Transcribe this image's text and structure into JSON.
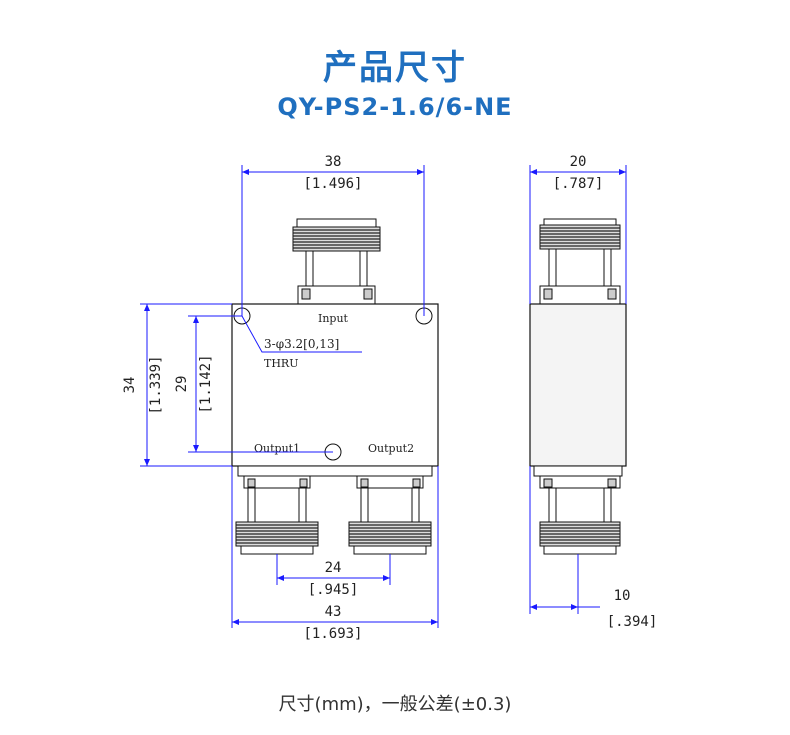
{
  "header": {
    "title": "产品尺寸",
    "model": "QY-PS2-1.6/6-NE"
  },
  "labels": {
    "input": "Input",
    "output1": "Output1",
    "output2": "Output2",
    "hole_spec": "3-φ3.2[0,13]",
    "thru": "THRU"
  },
  "dims": {
    "top_width": "38",
    "top_width_in": "[1.496]",
    "side_width": "20",
    "side_width_in": "[.787]",
    "left_h": "34",
    "left_h_in": "[1.339]",
    "left_h2": "29",
    "left_h2_in": "[1.142]",
    "out_spacing": "24",
    "out_spacing_in": "[.945]",
    "total_width": "43",
    "total_width_in": "[1.693]",
    "side_offset": "10",
    "side_offset_in": "[.394]"
  },
  "footer": {
    "note": "尺寸(mm)，一般公差(±0.3)"
  },
  "colors": {
    "accent": "#1f6fbf",
    "dim_line": "#1a1aff"
  }
}
